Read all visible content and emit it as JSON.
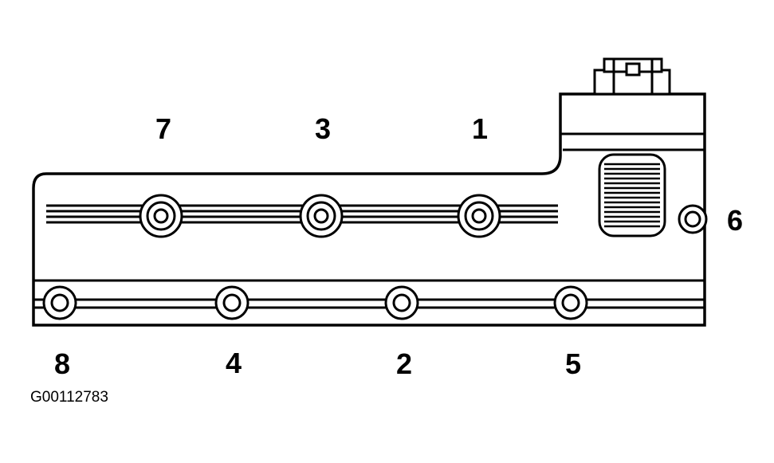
{
  "labels": {
    "b7": "7",
    "b3": "3",
    "b1": "1",
    "b6": "6",
    "b8": "8",
    "b4": "4",
    "b2": "2",
    "b5": "5"
  },
  "figure_code": "G00112783"
}
